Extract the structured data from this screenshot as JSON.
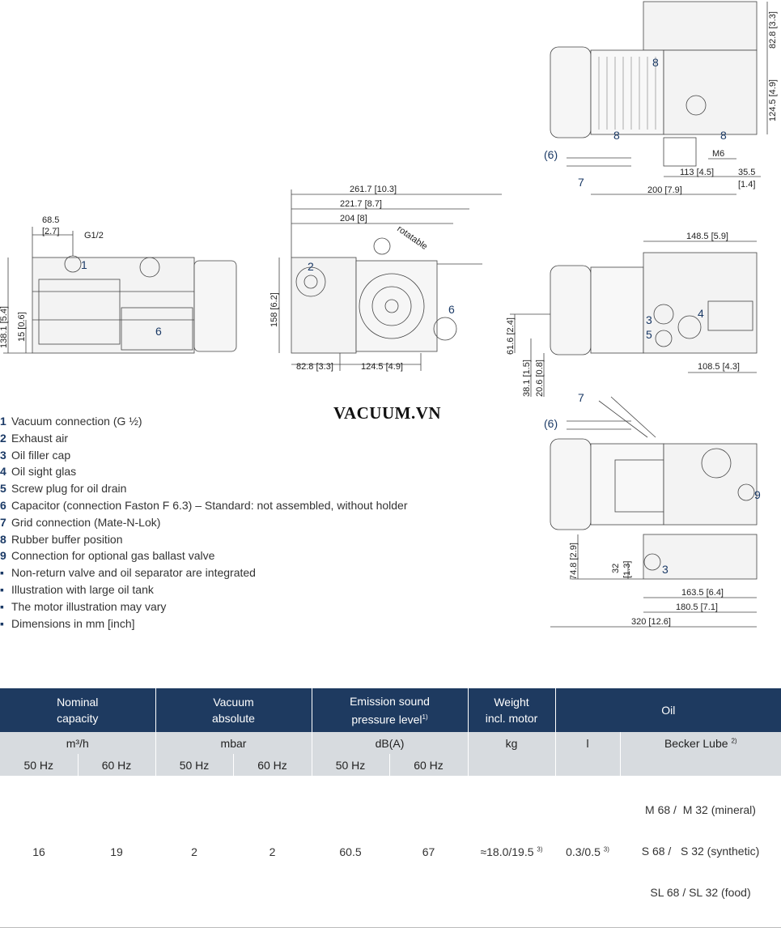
{
  "brand": "VACUUM.VN",
  "drawing_labels": {
    "left_view": {
      "d1": "68.5",
      "d1b": "[2.7]",
      "port": "G1/2",
      "h1": "138.1 [5.4]",
      "h2": "15 [0.6]",
      "c1": "1",
      "c6": "6"
    },
    "front_view": {
      "w1": "261.7 [10.3]",
      "w2": "221.7 [8.7]",
      "w3": "204 [8]",
      "rot": "rotatable",
      "h": "158 [6.2]",
      "b1": "82.8 [3.3]",
      "b2": "124.5 [4.9]",
      "c2": "2",
      "c6": "6"
    },
    "top_view": {
      "v1": "82.8 [3.3]",
      "v2": "124.5 [4.9]",
      "m6": "M6",
      "d113": "113 [4.5]",
      "d35": "35.5",
      "d35b": "[1.4]",
      "d200": "200 [7.9]",
      "c6": "(6)",
      "c7": "7",
      "c8": "8"
    },
    "side_view": {
      "w": "148.5 [5.9]",
      "v1": "61.6 [2.4]",
      "v2": "38.1 [1.5]",
      "v3": "20.6 [0.8]",
      "b": "108.5 [4.3]",
      "c3": "3",
      "c4": "4",
      "c5": "5"
    },
    "bottom_view": {
      "c7": "7",
      "c6": "(6)",
      "c9": "9",
      "c3": "3",
      "h1": "74.8 [2.9]",
      "h2": "32",
      "h2b": "[1.3]",
      "w1": "163.5 [6.4]",
      "w2": "180.5 [7.1]",
      "w3": "320 [12.6]"
    }
  },
  "legend": [
    {
      "marker": "1",
      "text": "Vacuum connection (G ½)"
    },
    {
      "marker": "2",
      "text": "Exhaust air"
    },
    {
      "marker": "3",
      "text": "Oil filler cap"
    },
    {
      "marker": "4",
      "text": "Oil sight glas"
    },
    {
      "marker": "5",
      "text": "Screw plug for oil drain"
    },
    {
      "marker": "6",
      "text": "Capacitor (connection Faston F 6.3) – Standard: not assembled, without holder"
    },
    {
      "marker": "7",
      "text": "Grid connection (Mate-N-Lok)"
    },
    {
      "marker": "8",
      "text": "Rubber buffer position"
    },
    {
      "marker": "9",
      "text": "Connection for optional gas ballast valve"
    },
    {
      "marker": "▪",
      "text": "Non-return valve and oil separator are integrated"
    },
    {
      "marker": "▪",
      "text": "Illustration with large oil tank"
    },
    {
      "marker": "▪",
      "text": "The motor illustration may vary"
    },
    {
      "marker": "▪",
      "text": "Dimensions in mm [inch]"
    }
  ],
  "table": {
    "h_capacity_1": "Nominal",
    "h_capacity_2": "capacity",
    "h_vacuum_1": "Vacuum",
    "h_vacuum_2": "absolute",
    "h_sound_1": "Emission sound",
    "h_sound_2": "pressure level",
    "h_sound_sup": "1)",
    "h_weight_1": "Weight",
    "h_weight_2": "incl. motor",
    "h_oil": "Oil",
    "u_capacity": "m³/h",
    "u_vacuum": "mbar",
    "u_sound": "dB(A)",
    "u_weight": "kg",
    "u_oil": "l",
    "u_lube": "Becker Lube",
    "u_lube_sup": "2)",
    "f50": "50 Hz",
    "f60": "60 Hz",
    "row": {
      "cap50": "16",
      "cap60": "19",
      "vac50": "2",
      "vac60": "2",
      "snd50": "60.5",
      "snd60": "67",
      "weight": "≈18.0/19.5",
      "weight_sup": "3)",
      "oil": "0.3/0.5",
      "oil_sup": "3)",
      "lube1": "M 68 /  M 32 (mineral)",
      "lube2": "S 68 /   S 32 (synthetic)",
      "lube3": "SL 68 / SL 32 (food)"
    }
  }
}
